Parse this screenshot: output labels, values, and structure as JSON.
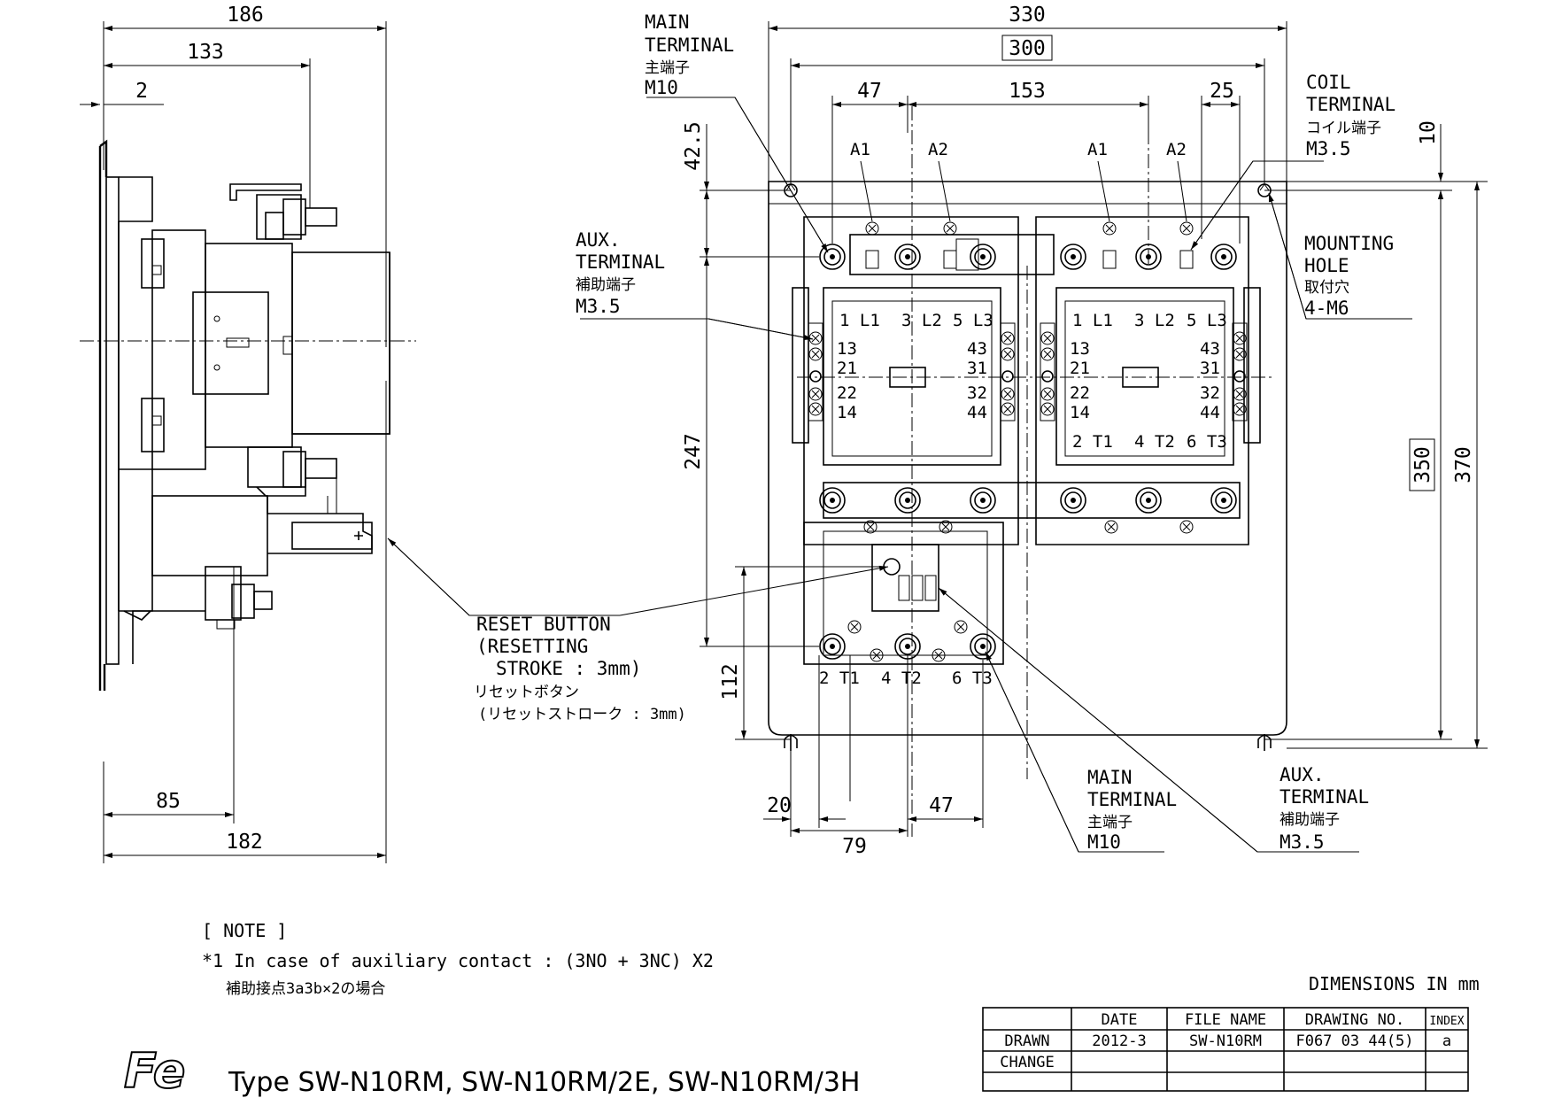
{
  "dimensions": {
    "side_186": "186",
    "side_133": "133",
    "side_2": "2",
    "side_85": "85",
    "side_182": "182",
    "front_330": "330",
    "front_300": "300",
    "front_47_top": "47",
    "front_153": "153",
    "front_25": "25",
    "front_42_5": "42.5",
    "front_247": "247",
    "front_112": "112",
    "front_10": "10",
    "front_350": "350",
    "front_370": "370",
    "front_20": "20",
    "front_79": "79",
    "front_47_bottom": "47"
  },
  "callouts": {
    "main_terminal_top": [
      "MAIN",
      "TERMINAL",
      "主端子",
      "M10"
    ],
    "coil_terminal": [
      "COIL",
      "TERMINAL",
      "コイル端子",
      "M3.5"
    ],
    "aux_terminal_left": [
      "AUX.",
      "TERMINAL",
      "補助端子",
      "M3.5"
    ],
    "mounting_hole": [
      "MOUNTING",
      "HOLE",
      "取付穴",
      "4-M6"
    ],
    "reset_button": [
      "RESET BUTTON",
      "(RESETTING",
      "STROKE : 3mm)",
      "リセットボタン",
      "(リセットストローク : 3mm)"
    ],
    "main_terminal_bottom": [
      "MAIN",
      "TERMINAL",
      "主端子",
      "M10"
    ],
    "aux_terminal_bottom": [
      "AUX.",
      "TERMINAL",
      "補助端子",
      "M3.5"
    ]
  },
  "terminals": {
    "a1": "A1",
    "a2": "A2",
    "c1_top": [
      "1 L1",
      "3 L2",
      "5 L3"
    ],
    "c2_top": [
      "1 L1",
      "3 L2",
      "5 L3"
    ],
    "aux_left": [
      "13",
      "21",
      "22",
      "14"
    ],
    "aux_right": [
      "43",
      "31",
      "32",
      "44"
    ],
    "c2_bottom": [
      "2 T1",
      "4 T2",
      "6 T3"
    ],
    "relay_bottom": [
      "2 T1",
      "4 T2",
      "6 T3"
    ]
  },
  "note": {
    "heading": "[ NOTE ]",
    "line1": "*1 In case of auxiliary contact : (3NO + 3NC) X2",
    "line2": "補助接点3a3b×2の場合"
  },
  "units": "DIMENSIONS IN mm",
  "title_block": {
    "headers": [
      "",
      "DATE",
      "FILE NAME",
      "DRAWING NO.",
      "INDEX"
    ],
    "rows": [
      [
        "DRAWN",
        "2012-3",
        "SW-N10RM",
        "F067 03 44(5)",
        "a"
      ],
      [
        "CHANGE",
        "",
        "",
        "",
        ""
      ]
    ]
  },
  "logo": "Fe",
  "type_line": "Type SW-N10RM, SW-N10RM/2E, SW-N10RM/3H"
}
